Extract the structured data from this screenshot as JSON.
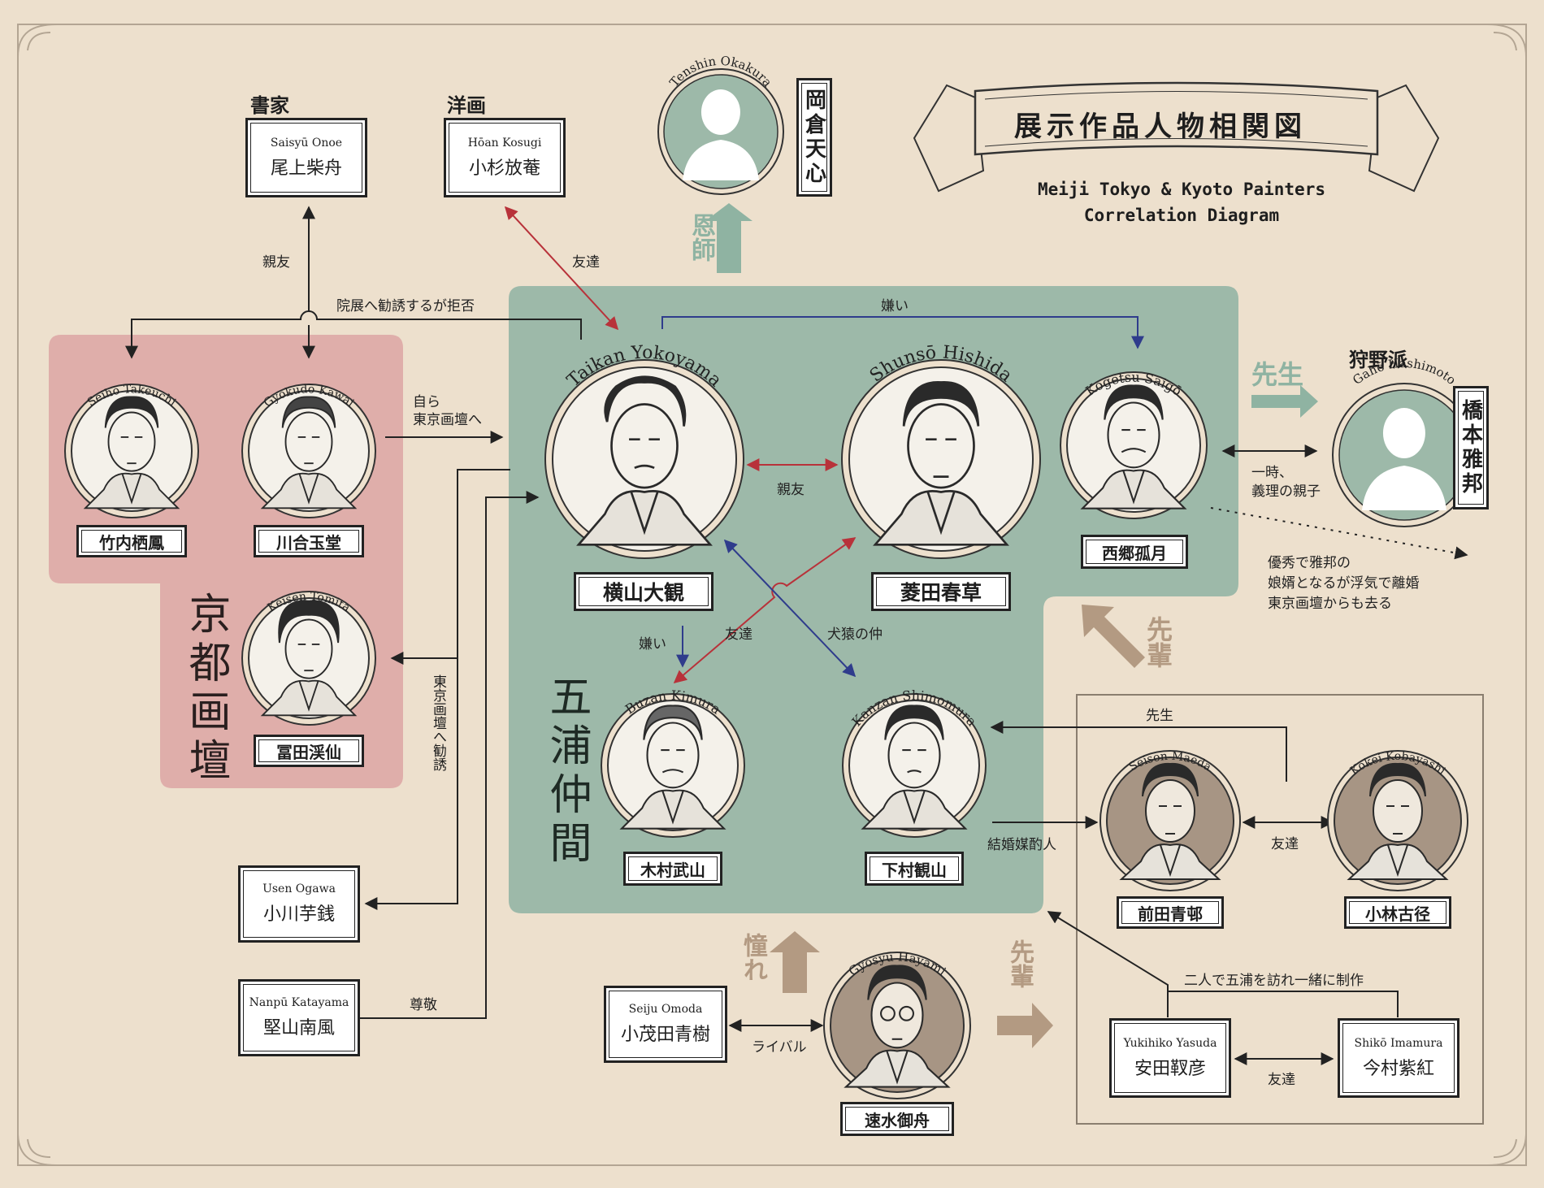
{
  "title": {
    "ja": "展示作品人物相関図",
    "en_line1": "Meiji Tokyo & Kyoto Painters",
    "en_line2": "Correlation Diagram"
  },
  "groups": {
    "kyoto": "京都画壇",
    "goura": "五浦仲間"
  },
  "categories": {
    "shoka": "書家",
    "yoga": "洋画",
    "kano": "狩野派"
  },
  "arrows": {
    "onshi": "恩師",
    "sensei": "先生",
    "senpai_left": "先輩",
    "senpai_right": "先輩",
    "akogare": "憧れ"
  },
  "people": {
    "tenshin": {
      "en": "Tenshin Okakura",
      "ja": "岡倉天心"
    },
    "taikan": {
      "en": "Taikan Yokoyama",
      "ja": "横山大観"
    },
    "shunso": {
      "en": "Shunsō Hishida",
      "ja": "菱田春草"
    },
    "kogetsu": {
      "en": "Kogetsu Saigō",
      "ja": "西郷孤月"
    },
    "gaho": {
      "en": "Gahō Hashimoto",
      "ja": "橋本雅邦"
    },
    "buzan": {
      "en": "Buzan Kimura",
      "ja": "木村武山"
    },
    "kanzan": {
      "en": "Kanzan Shimomura",
      "ja": "下村観山"
    },
    "seiho": {
      "en": "Seihō Takeuchi",
      "ja": "竹内栖鳳"
    },
    "gyokudo": {
      "en": "Gyokudō Kawai",
      "ja": "川合玉堂"
    },
    "keisen": {
      "en": "Keisen Tomita",
      "ja": "冨田渓仙"
    },
    "seison": {
      "en": "Seison Maeda",
      "ja": "前田青邨"
    },
    "kokei": {
      "en": "Kokei Kobayashi",
      "ja": "小林古径"
    },
    "gyosyu": {
      "en": "Gyosyū Hayami",
      "ja": "速水御舟"
    },
    "saisyu": {
      "en": "Saisyū Onoe",
      "ja": "尾上柴舟"
    },
    "hoan": {
      "en": "Hōan Kosugi",
      "ja": "小杉放菴"
    },
    "usen": {
      "en": "Usen Ogawa",
      "ja": "小川芋銭"
    },
    "nanpu": {
      "en": "Nanpū Katayama",
      "ja": "堅山南風"
    },
    "seiju": {
      "en": "Seiju Omoda",
      "ja": "小茂田青樹"
    },
    "yukihiko": {
      "en": "Yukihiko Yasuda",
      "ja": "安田靫彦"
    },
    "shiko": {
      "en": "Shikō Imamura",
      "ja": "今村紫紅"
    }
  },
  "relations": {
    "shinyu_top": "親友",
    "inten": "院展へ勧誘するが拒否",
    "tomodachi_hoan": "友達",
    "kirai_top": "嫌い",
    "mizukara_1": "自ら",
    "mizukara_2": "東京画壇へ",
    "shinyu_mid": "親友",
    "ichiji_1": "一時、",
    "ichiji_2": "義理の親子",
    "yushu_1": "優秀で雅邦の",
    "yushu_2": "娘婿となるが浮気で離婚",
    "yushu_3": "東京画壇からも去る",
    "kirai_buzan": "嫌い",
    "tomodachi_x": "友達",
    "kenen": "犬猿の仲",
    "kanyu": "東京画壇へ勧誘",
    "sensei_kanzan": "先生",
    "kekkon": "結婚媒酌人",
    "tomodachi_seison": "友達",
    "sonkei": "尊敬",
    "rival": "ライバル",
    "futari": "二人で五浦を訪れ一緒に制作",
    "tomodachi_yukihiko": "友達"
  },
  "colors": {
    "background": "#ede0cd",
    "kyoto_group": "#dfaeaa",
    "goura_group": "#9db9a9",
    "red_arrow": "#b8323a",
    "blue_arrow": "#2f3c8c",
    "green_arrow": "#8fb3a2",
    "brown_arrow": "#b39a82"
  }
}
